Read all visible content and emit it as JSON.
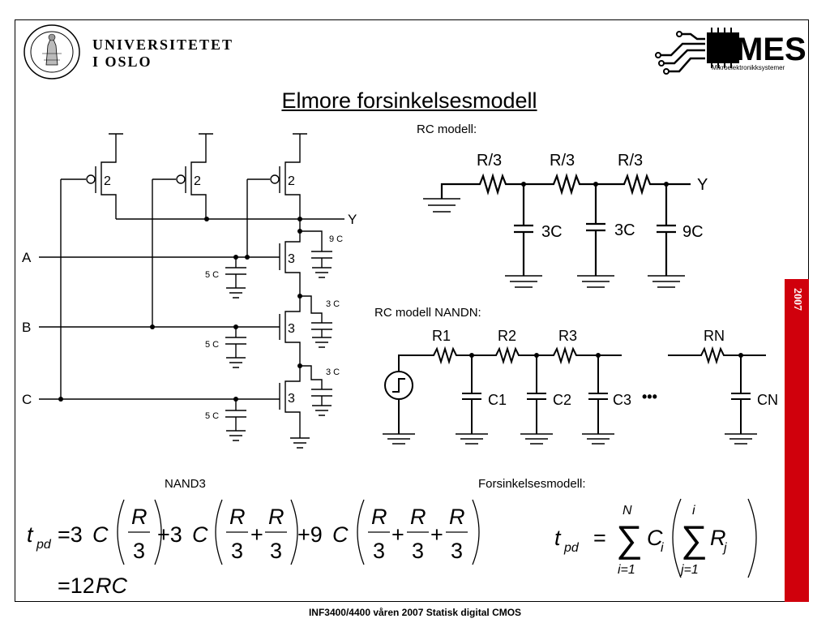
{
  "header": {
    "university_line1": "UNIVERSITETET",
    "university_line2": "I OSLO",
    "mes_logo_text": "MES",
    "mes_logo_subtext": "Mikroelektronikksystemer"
  },
  "title": "Elmore forsinkelsesmodell",
  "schematic": {
    "transistor_sizes": [
      "2",
      "2",
      "2",
      "3",
      "3",
      "3"
    ],
    "inputs": [
      "A",
      "B",
      "C"
    ],
    "output": "Y",
    "caps_left": [
      "5 C",
      "5 C",
      "5 C"
    ],
    "caps_right": [
      "9 C",
      "3 C",
      "3 C"
    ]
  },
  "rc_model": {
    "label": "RC modell:",
    "resistors": [
      "R/3",
      "R/3",
      "R/3"
    ],
    "capacitors": [
      "3C",
      "3C",
      "9C"
    ],
    "output": "Y"
  },
  "rc_nandn": {
    "label": "RC modell NANDN:",
    "resistors": [
      "R1",
      "R2",
      "R3",
      "RN"
    ],
    "capacitors": [
      "C1",
      "C2",
      "C3",
      "CN"
    ],
    "ellipsis": "•••"
  },
  "nand3_label": "NAND3",
  "delay_model_label": "Forsinkelsesmodell:",
  "year": "2007",
  "footer": "INF3400/4400 våren 2007 Statisk digital CMOS"
}
